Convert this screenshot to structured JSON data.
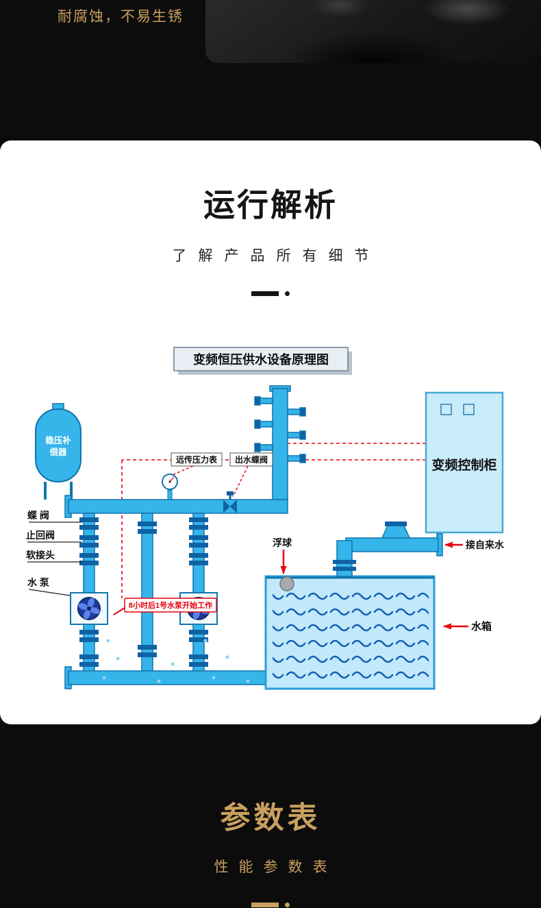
{
  "top": {
    "slogan": "耐腐蚀，不易生锈"
  },
  "analysis": {
    "title": "运行解析",
    "subtitle": "了解产品所有细节"
  },
  "diagram": {
    "title": "变频恒压供水设备原理图",
    "labels": {
      "stabilizer_line1": "稳压补",
      "stabilizer_line2": "偿器",
      "remote_gauge": "远传压力表",
      "outlet_valve": "出水蝶阀",
      "control_cabinet": "变频控制柜",
      "butterfly_valve": "蝶 阀",
      "check_valve": "止回阀",
      "soft_joint": "软接头",
      "pump": "水 泵",
      "float_ball": "浮球",
      "tap_water": "接自来水",
      "water_tank": "水箱",
      "note": "8小时后1号水泵开始工作"
    }
  },
  "params": {
    "title": "参数表",
    "subtitle": "性能参数表"
  },
  "colors": {
    "accent_gold": "#c9a05e",
    "pipe_blue": "#35b5ea",
    "alert_red": "#e8000d"
  }
}
